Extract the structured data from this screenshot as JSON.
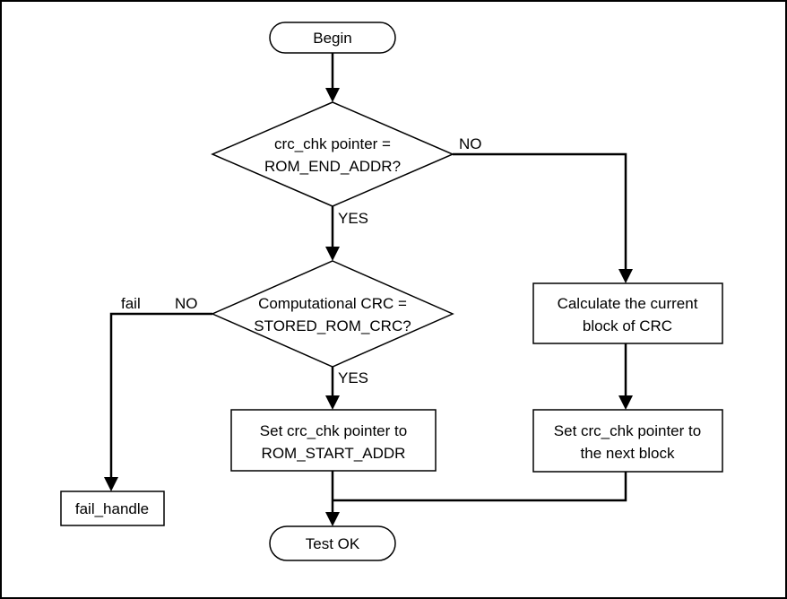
{
  "nodes": {
    "begin": "Begin",
    "decision_end_line1": "crc_chk pointer =",
    "decision_end_line2": "ROM_END_ADDR?",
    "decision_crc_line1": "Computational CRC =",
    "decision_crc_line2": "STORED_ROM_CRC?",
    "calc_line1": "Calculate the current",
    "calc_line2": "block of CRC",
    "set_start_line1": "Set crc_chk pointer to",
    "set_start_line2": "ROM_START_ADDR",
    "set_next_line1": "Set crc_chk pointer to",
    "set_next_line2": "the next block",
    "fail_handle": "fail_handle",
    "test_ok": "Test OK"
  },
  "edge_labels": {
    "no_right": "NO",
    "yes_1": "YES",
    "no_left": "NO",
    "fail": "fail",
    "yes_2": "YES"
  }
}
